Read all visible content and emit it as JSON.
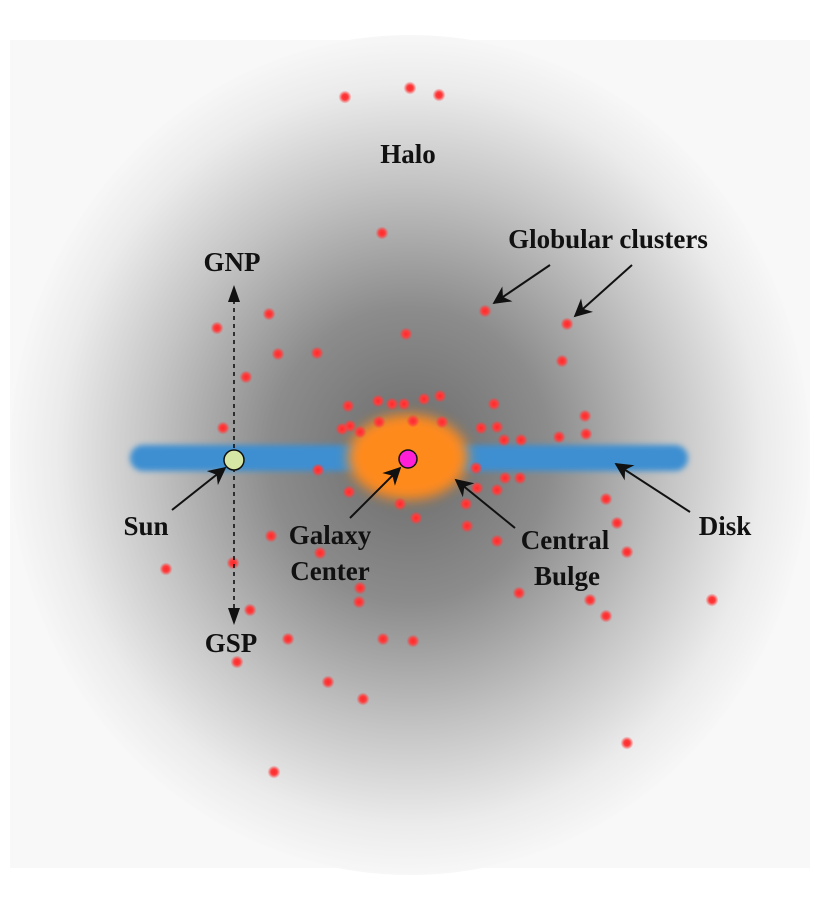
{
  "labels": {
    "halo": "Halo",
    "globular_clusters": "Globular clusters",
    "gnp": "GNP",
    "gsp": "GSP",
    "sun": "Sun",
    "galaxy_center_line1": "Galaxy",
    "galaxy_center_line2": "Center",
    "central_bulge_line1": "Central",
    "central_bulge_line2": "Bulge",
    "disk": "Disk"
  },
  "colors": {
    "halo_core": "#6e6e6e",
    "halo_edge": "#f2f2f2",
    "disk": "#3d8fd1",
    "bulge": "#ff8a1e",
    "galaxy_center": "#ff1fd6",
    "sun": "#d6e6a4",
    "globular_cluster": "#e8312f"
  }
}
